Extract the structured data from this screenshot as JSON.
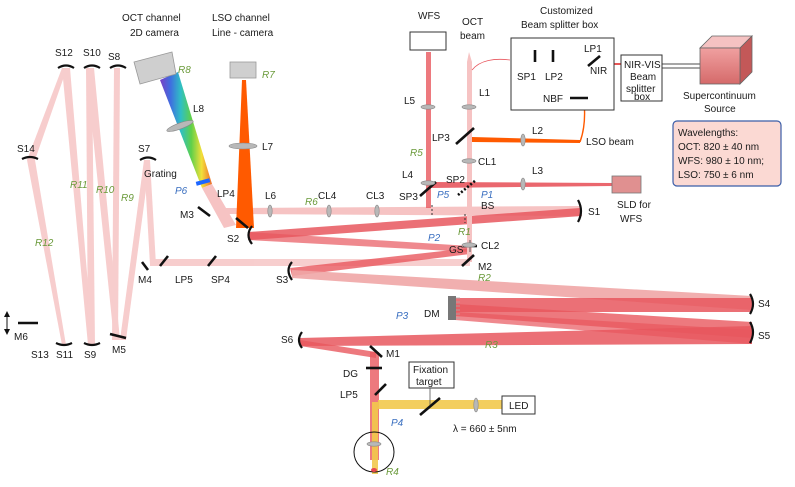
{
  "components": {
    "S1": "S1",
    "S2": "S2",
    "S3": "S3",
    "S4": "S4",
    "S5": "S5",
    "S6": "S6",
    "S7": "S7",
    "S8": "S8",
    "S9": "S9",
    "S10": "S10",
    "S11": "S11",
    "S12": "S12",
    "S13": "S13",
    "S14": "S14",
    "M1": "M1",
    "M2": "M2",
    "M3": "M3",
    "M4": "M4",
    "M5": "M5",
    "M6": "M6",
    "L1": "L1",
    "L2": "L2",
    "L3": "L3",
    "L4": "L4",
    "L5": "L5",
    "L6": "L6",
    "L7": "L7",
    "L8": "L8",
    "CL1": "CL1",
    "CL2": "CL2",
    "CL3": "CL3",
    "CL4": "CL4",
    "SP1": "SP1",
    "SP2": "SP2",
    "SP3": "SP3",
    "SP4": "SP4",
    "LP1": "LP1",
    "LP2": "LP2",
    "LP3": "LP3",
    "LP4": "LP4",
    "LP5": "LP5",
    "GS": "GS",
    "BS": "BS",
    "DM": "DM",
    "DG": "DG",
    "NBF": "NBF",
    "NIR": "NIR",
    "Grating": "Grating"
  },
  "relay_labels": {
    "R1": "R1",
    "R2": "R2",
    "R3": "R3",
    "R4": "R4",
    "R5": "R5",
    "R6": "R6",
    "R7": "R7",
    "R8": "R8",
    "R9": "R9",
    "R10": "R10",
    "R11": "R11",
    "R12": "R12"
  },
  "pupil_labels": {
    "P1": "P1",
    "P2": "P2",
    "P3": "P3",
    "P4": "P4",
    "P5": "P5",
    "P6": "P6"
  },
  "blocks": {
    "oct_camera": [
      "OCT channel",
      "2D camera"
    ],
    "lso_camera": [
      "LSO channel",
      "Line - camera"
    ],
    "wfs": "WFS",
    "oct_beam": [
      "OCT",
      "beam"
    ],
    "beam_splitter_title": [
      "Customized",
      "Beam splitter box"
    ],
    "nir_vis_box": [
      "NIR-VIS",
      "Beam",
      "splitter",
      "box"
    ],
    "supercontinuum": [
      "Supercontinuum",
      "Source"
    ],
    "lso_beam": "LSO beam",
    "sld": [
      "SLD for",
      "WFS"
    ],
    "fixation": [
      "Fixation",
      "target"
    ],
    "led": "LED",
    "led_wavelength": "λ = 660 ± 5nm"
  },
  "wavelengths": {
    "title": "Wavelengths:",
    "lines": [
      "OCT: 820 ± 40 nm",
      "WFS: 980 ± 10 nm;",
      "LSO: 750 ± 6 nm"
    ]
  },
  "colors": {
    "beam": "#e8474f",
    "beam_light": "#f5b8b8",
    "lso": "#ff5a00",
    "fixation": "#f2c94c",
    "wavelength_box_fill": "#fbd9d3",
    "wavelength_box_stroke": "#3b5ea8",
    "source_box": "#e58a8a"
  }
}
